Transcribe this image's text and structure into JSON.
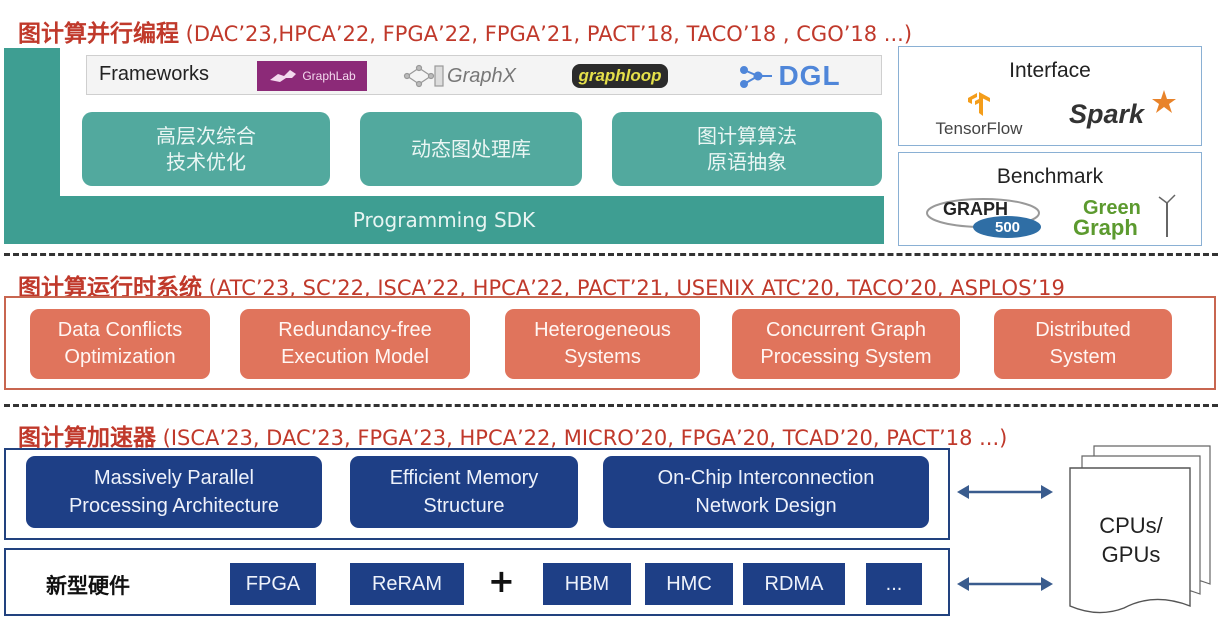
{
  "programming": {
    "title": "图计算并行编程",
    "refs": " (DAC’23,HPCA’22, FPGA’22, FPGA’21, PACT’18, TACO’18 , CGO’18 ...)",
    "frameworks_label": "Frameworks",
    "logos": [
      "GraphLab",
      "GraphX",
      "graphloop",
      "DGL"
    ],
    "boxes": [
      "高层次综合\n技术优化",
      "动态图处理库",
      "图计算算法\n原语抽象"
    ],
    "sdk_label": "Programming SDK"
  },
  "interface": {
    "title": "Interface",
    "items": [
      "TensorFlow",
      "Spark"
    ]
  },
  "benchmark": {
    "title": "Benchmark",
    "graph500_top": "GRAPH",
    "graph500_bottom": "500",
    "green_top": "Green",
    "green_bottom": "Graph"
  },
  "runtime": {
    "title": "图计算运行时系统",
    "refs": " (ATC’23, SC’22, ISCA’22, HPCA’22, PACT’21, USENIX ATC’20, TACO’20, ASPLOS’19",
    "boxes": [
      "Data Conflicts\nOptimization",
      "Redundancy-free\nExecution Model",
      "Heterogeneous\nSystems",
      "Concurrent Graph\nProcessing System",
      "Distributed\nSystem"
    ]
  },
  "accelerator": {
    "title": "图计算加速器",
    "refs": " (ISCA’23, DAC’23, FPGA’23, HPCA’22, MICRO’20, FPGA’20, TCAD’20, PACT’18 ...)",
    "boxes": [
      "Massively Parallel\nProcessing Architecture",
      "Efficient Memory\nStructure",
      "On-Chip Interconnection\nNetwork Design"
    ]
  },
  "hardware": {
    "label": "新型硬件",
    "items": [
      "FPGA",
      "ReRAM",
      "HBM",
      "HMC",
      "RDMA",
      "..."
    ],
    "plus": "+"
  },
  "cpu_gpu": {
    "label": "CPUs/\nGPUs"
  },
  "colors": {
    "teal": "#3e9e92",
    "orange": "#e0745c",
    "navy": "#1e3f86",
    "title_red": "#c0392b"
  }
}
